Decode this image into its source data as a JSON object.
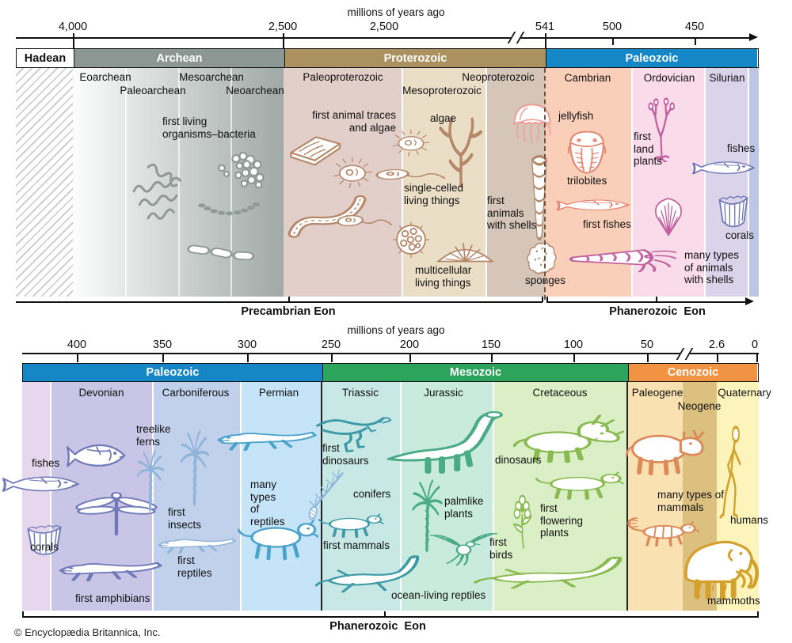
{
  "palette": {
    "archean_header": "#8c9794",
    "proterozoic_header": "#ab9060",
    "paleozoic_blue": "#1687c6",
    "mesozoic_green": "#2ca45b",
    "cenozoic_orange": "#f09342"
  },
  "top": {
    "axis_title": "millions of years ago",
    "ticks": [
      "4,000",
      "2,500",
      "2,500",
      "541",
      "500",
      "450"
    ],
    "eons": {
      "hadean": "Hadean",
      "archean": "Archean",
      "proterozoic": "Proterozoic",
      "paleozoic": "Paleozoic"
    },
    "subs": {
      "eoarchean": "Eoarchean",
      "paleoarchean": "Paleoarchean",
      "mesoarchean": "Mesoarchean",
      "neoarchean": "Neoarchean",
      "paleoproterozoic": "Paleoproterozoic",
      "mesoproterozoic": "Mesoproterozoic",
      "neoproterozoic": "Neoproterozoic",
      "cambrian": "Cambrian",
      "ordovician": "Ordovician",
      "silurian": "Silurian"
    },
    "notes": {
      "bacteria": "first living\norganisms–bacteria",
      "animal_traces": "first animal traces\nand algae",
      "algae": "algae",
      "single_celled": "single-celled\nliving things",
      "multicellular": "multicellular\nliving things",
      "first_shells": "first\nanimals\nwith shells",
      "sponges": "sponges",
      "jellyfish": "jellyfish",
      "trilobites": "trilobites",
      "first_fishes": "first fishes",
      "land_plants": "first\nland\nplants",
      "many_shells": "many types\nof animals\nwith shells",
      "fishes": "fishes",
      "corals": "corals"
    },
    "precambrian_label": "Precambrian Eon",
    "phanerozoic_label": "Phanerozoic  Eon"
  },
  "bottom": {
    "axis_title": "millions of years ago",
    "ticks": [
      "400",
      "350",
      "300",
      "250",
      "200",
      "150",
      "100",
      "50",
      "2.6",
      "0"
    ],
    "eras": {
      "paleozoic": "Paleozoic",
      "mesozoic": "Mesozoic",
      "cenozoic": "Cenozoic"
    },
    "periods": {
      "devonian": "Devonian",
      "carboniferous": "Carboniferous",
      "permian": "Permian",
      "triassic": "Triassic",
      "jurassic": "Jurassic",
      "cretaceous": "Cretaceous",
      "paleogene": "Paleogene",
      "neogene": "Neogene",
      "quaternary": "Quaternary"
    },
    "notes": {
      "fishes": "fishes",
      "corals": "corals",
      "first_amphibians": "first amphibians",
      "treelike_ferns": "treelike\nferns",
      "first_insects": "first\ninsects",
      "first_reptiles": "first\nreptiles",
      "many_reptiles": "many\ntypes\nof\nreptiles",
      "first_dinosaurs": "first\ndinosaurs",
      "conifers": "conifers",
      "first_mammals": "first mammals",
      "ocean_reptiles": "ocean-living reptiles",
      "palmlike": "palmlike\nplants",
      "first_birds": "first\nbirds",
      "dinosaurs": "dinosaurs",
      "flowering": "first\nflowering\nplants",
      "many_mammals": "many types of\nmammals",
      "humans": "humans",
      "mammoths": "mammoths"
    },
    "phanerozoic_label": "Phanerozoic  Eon"
  },
  "footer": {
    "copyright": "© Encyclopædia Britannica, Inc."
  }
}
